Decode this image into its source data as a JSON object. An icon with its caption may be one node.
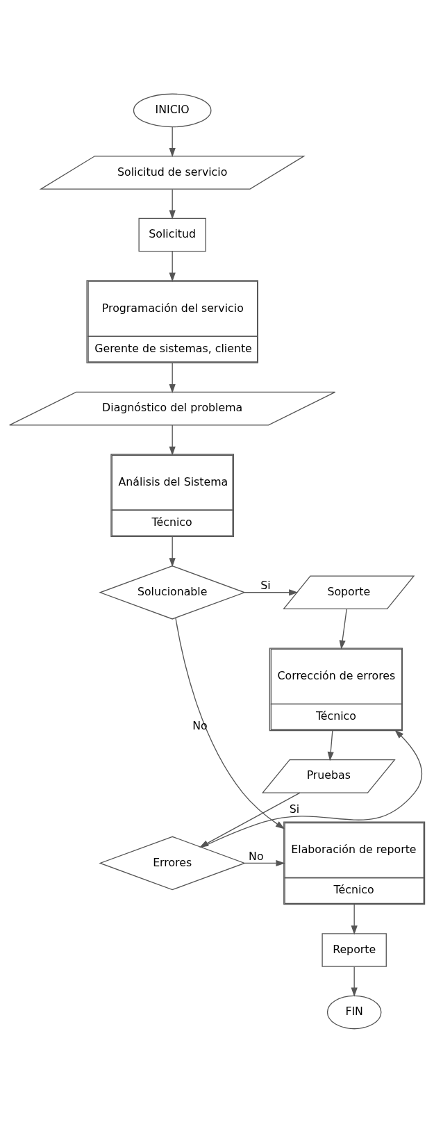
{
  "diagram": {
    "nodes": [
      {
        "text": [
          "INICIO"
        ]
      },
      {
        "text": [
          "Solicitud de servicio"
        ]
      },
      {
        "text": [
          "Solicitud"
        ]
      },
      {
        "text": [
          "Programación del servicio",
          "Gerente de sistemas, cliente"
        ]
      },
      {
        "text": [
          "Diagnóstico del problema"
        ]
      },
      {
        "text": [
          "Análisis del Sistema",
          "Técnico"
        ]
      },
      {
        "text": [
          "Solucionable"
        ]
      },
      {
        "text": [
          "Soporte"
        ]
      },
      {
        "text": [
          "Corrección de errores",
          "Técnico"
        ]
      },
      {
        "text": [
          "Pruebas"
        ]
      },
      {
        "text": [
          "Errores"
        ]
      },
      {
        "text": [
          "Elaboración de reporte",
          "Técnico"
        ]
      },
      {
        "text": [
          "Reporte"
        ]
      },
      {
        "text": [
          "FIN"
        ]
      }
    ],
    "edges": [
      {
        "from": 0,
        "to": 1,
        "arrow": "to"
      },
      {
        "from": 1,
        "to": 2,
        "arrow": "to"
      },
      {
        "from": 2,
        "to": 3,
        "arrow": "to"
      },
      {
        "from": 3,
        "to": 4,
        "arrow": "to"
      },
      {
        "from": 4,
        "to": 5,
        "arrow": "to"
      },
      {
        "from": 5,
        "to": 6,
        "arrow": "to"
      },
      {
        "from": 6,
        "to": 7,
        "arrow": "to",
        "label": "Si"
      },
      {
        "from": 6,
        "to": 11,
        "arrow": "to",
        "label": "No"
      },
      {
        "from": 7,
        "to": 8,
        "arrow": "to"
      },
      {
        "from": 8,
        "to": 9,
        "arrow": "to"
      },
      {
        "from": 9,
        "to": 10,
        "arrow": "to"
      },
      {
        "from": 10,
        "to": 8,
        "arrow": "to",
        "label": "Si"
      },
      {
        "from": 10,
        "to": 11,
        "arrow": "to",
        "label": "No"
      },
      {
        "from": 11,
        "to": 12,
        "arrow": "to"
      },
      {
        "from": 12,
        "to": 13,
        "arrow": "to"
      }
    ]
  }
}
